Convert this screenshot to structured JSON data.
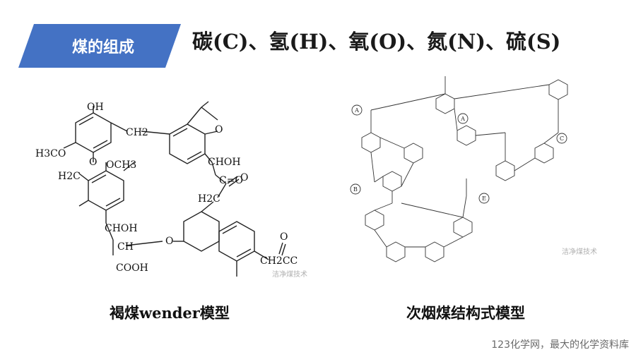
{
  "title_banner": {
    "label": "煤的组成",
    "color": "#4472C4"
  },
  "elements_line": "碳(C)、氢(H)、氧(O)、氮(N)、硫(S)",
  "left_model": {
    "caption": "褐煤wender模型",
    "labels": {
      "oh": "OH",
      "h3co": "H3CO",
      "ch2_top": "CH2",
      "h2c": "H2C",
      "och3": "OCH3",
      "choh_right": "CHOH",
      "choh_left": "CHOH",
      "co": "C=O",
      "h2c_mid": "H2C",
      "ch": "CH",
      "cooh": "COOH",
      "o_ring": "O",
      "o_bridge": "O",
      "o_furan": "O",
      "ch2cc": "CH2CC",
      "o_keto": "O"
    },
    "watermark": "洁净煤技术"
  },
  "right_model": {
    "caption": "次烟煤结构式模型",
    "markers": [
      "A",
      "A",
      "B",
      "C",
      "E"
    ],
    "watermark": "洁净煤技术"
  },
  "footer": "123化学网，最大的化学资料库"
}
